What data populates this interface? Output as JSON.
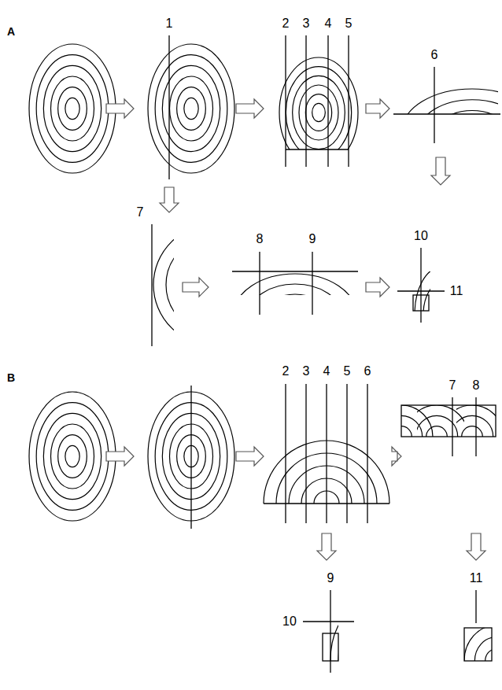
{
  "diagram": {
    "labels": [
      "A",
      "1",
      "2",
      "3",
      "4",
      "5",
      "6",
      "7",
      "8",
      "9",
      "10",
      "11",
      "B",
      "2",
      "3",
      "4",
      "5",
      "6",
      "7",
      "8",
      "9",
      "10",
      "11"
    ]
  }
}
